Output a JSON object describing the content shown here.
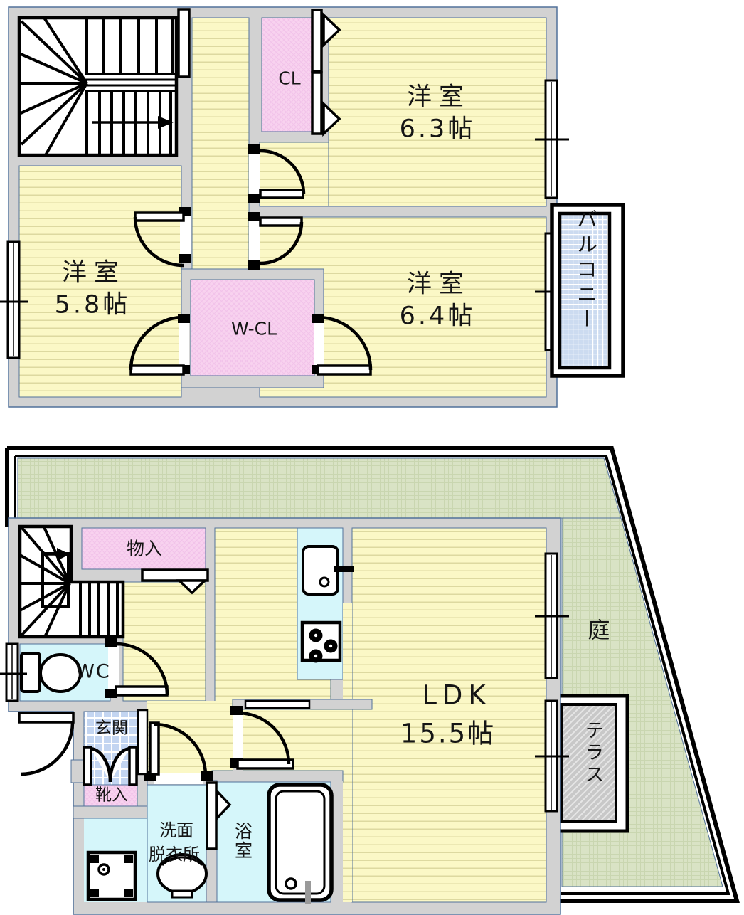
{
  "floor2": {
    "rooms": [
      {
        "id": "western-room-6-3",
        "name": "洋室",
        "size": "6.3帖"
      },
      {
        "id": "western-room-5-8",
        "name": "洋室",
        "size": "5.8帖"
      },
      {
        "id": "western-room-6-4",
        "name": "洋室",
        "size": "6.4帖"
      }
    ],
    "closet_label": "CL",
    "walkin_closet_label": "W-CL",
    "balcony_label": "バルコニー"
  },
  "floor1": {
    "ldk": {
      "name": "LDK",
      "size": "15.5帖"
    },
    "storage_label": "物入",
    "wc_label": "WC",
    "entrance_label": "玄関",
    "shoe_storage_label": "靴入",
    "washroom_line1": "洗面",
    "washroom_line2": "脱衣所",
    "bathroom_label": "浴室",
    "garden_label": "庭",
    "terrace_label": "テラス"
  },
  "colors": {
    "floor_yellow": "#fbf8c6",
    "closet_pink": "#f8d2ef",
    "wet_area_blue": "#d5f6fa",
    "entrance_tile_blue": "#c3d5f1",
    "balcony_blue": "#ccdbf0",
    "garden_green": "#d9e3c5",
    "terrace_gray": "#c8c8c8",
    "wall_gray": "#d2d2d2",
    "wall_outline": "#51719a",
    "line_black": "#000000"
  }
}
